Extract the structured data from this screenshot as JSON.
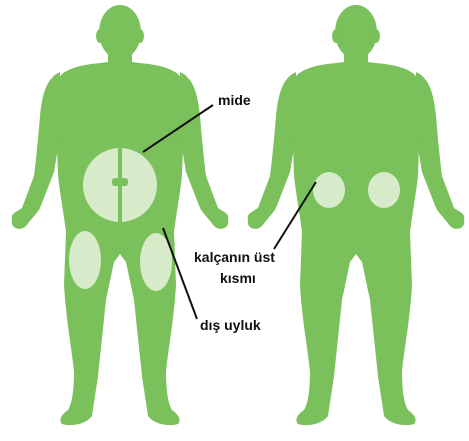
{
  "labels": {
    "stomach": "mide",
    "hip_line1": "kalçanın üst",
    "hip_line2": "kısmı",
    "thigh": "dış uyluk"
  },
  "colors": {
    "body": "#7ac05b",
    "zone": "#d7ebca",
    "line": "#111111"
  }
}
